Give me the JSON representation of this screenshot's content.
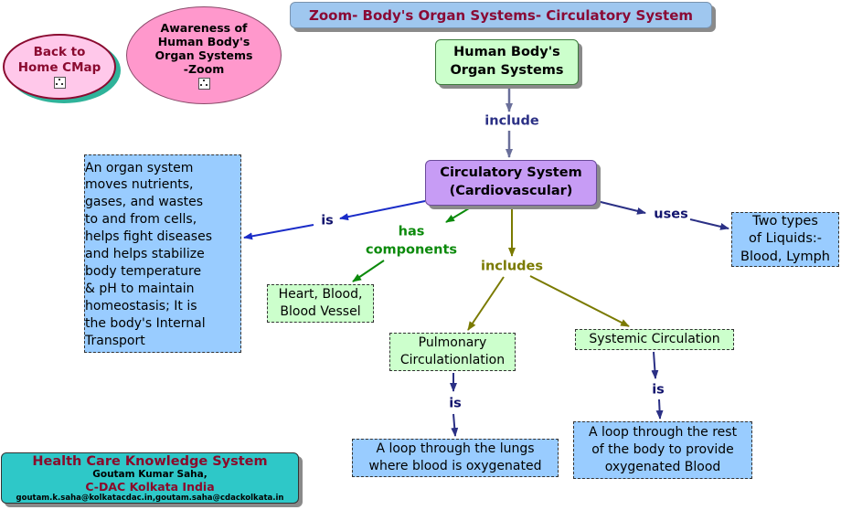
{
  "title": "Zoom- Body's Organ Systems- Circulatory System",
  "back_node": {
    "line1": "Back to",
    "line2": "Home CMap",
    "icon": "cmap-link-icon"
  },
  "awareness_node": {
    "line1": "Awareness of",
    "line2": "Human Body's",
    "line3": "Organ Systems",
    "line4": "-Zoom",
    "icon": "cmap-link-icon"
  },
  "root": {
    "line1": "Human Body's",
    "line2": "Organ Systems"
  },
  "circulatory": {
    "line1": "Circulatory System",
    "line2": "(Cardiovascular)"
  },
  "description": {
    "lines": [
      "An organ system",
      "moves nutrients,",
      "gases, and wastes",
      "to and from cells,",
      "helps fight diseases",
      "and helps stabilize",
      "body temperature",
      "& pH to maintain",
      "homeostasis; It is",
      "the body's Internal",
      "Transport"
    ]
  },
  "liquids": {
    "line1": "Two types",
    "line2": "of Liquids:-",
    "line3": "Blood, Lymph"
  },
  "components": {
    "line1": "Heart, Blood,",
    "line2": "Blood Vessel"
  },
  "pulmonary": {
    "line1": "Pulmonary",
    "line2": "Circulationlation"
  },
  "systemic": {
    "label": "Systemic Circulation"
  },
  "loop_lungs": {
    "line1": "A loop through the lungs",
    "line2": "where blood is oxygenated"
  },
  "loop_body": {
    "line1": "A loop through the rest",
    "line2": "of the body to provide",
    "line3": "oxygenated Blood"
  },
  "links": {
    "include": "include",
    "is_desc": "is",
    "has": "has",
    "components": "components",
    "uses": "uses",
    "includes": "includes",
    "is_pulm": "is",
    "is_sys": "is"
  },
  "footer": {
    "title": "Health Care Knowledge System",
    "author": "Goutam Kumar Saha,",
    "org": "C-DAC Kolkata India",
    "emails": "goutam.k.saha@kolkatacdac.in,goutam.saha@cdackolkata.in"
  },
  "colors": {
    "title_bg": "#9fc7ef",
    "title_text": "#8a0a35",
    "back_bg": "#ffc8ea",
    "awareness_bg": "#ff98cc",
    "green_node": "#ccffcc",
    "purple_node": "#c79cf5",
    "blue_node": "#99ccff",
    "footer_bg": "#2ec8c8",
    "arrow_blue": "#1a2cc8",
    "arrow_green": "#0b8a0b",
    "arrow_olive": "#7a7a00",
    "arrow_navy": "#2b3085"
  }
}
